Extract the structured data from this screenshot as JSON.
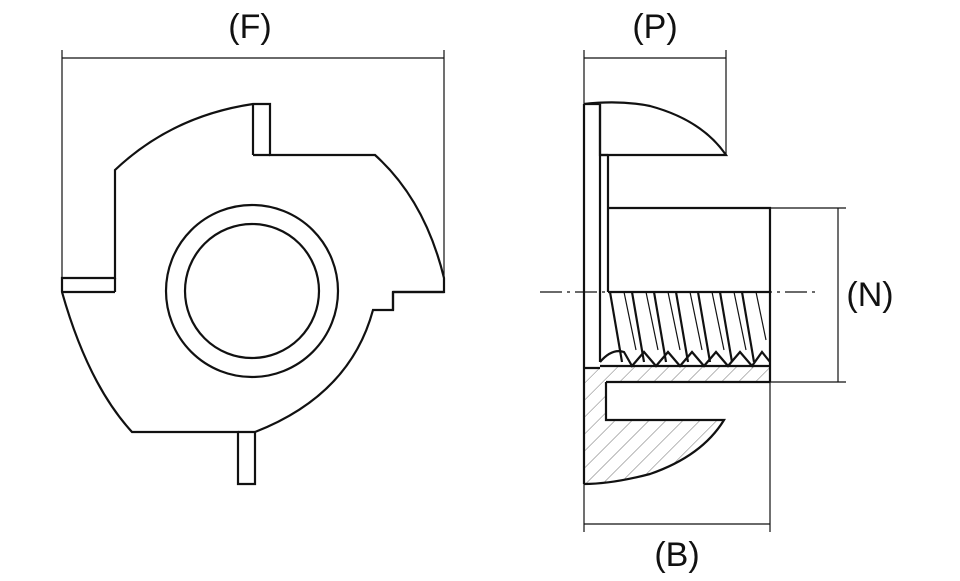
{
  "labels": {
    "F": "(F)",
    "P": "(P)",
    "N": "(N)",
    "B": "(B)"
  },
  "colors": {
    "line": "#111111",
    "background": "#ffffff"
  }
}
